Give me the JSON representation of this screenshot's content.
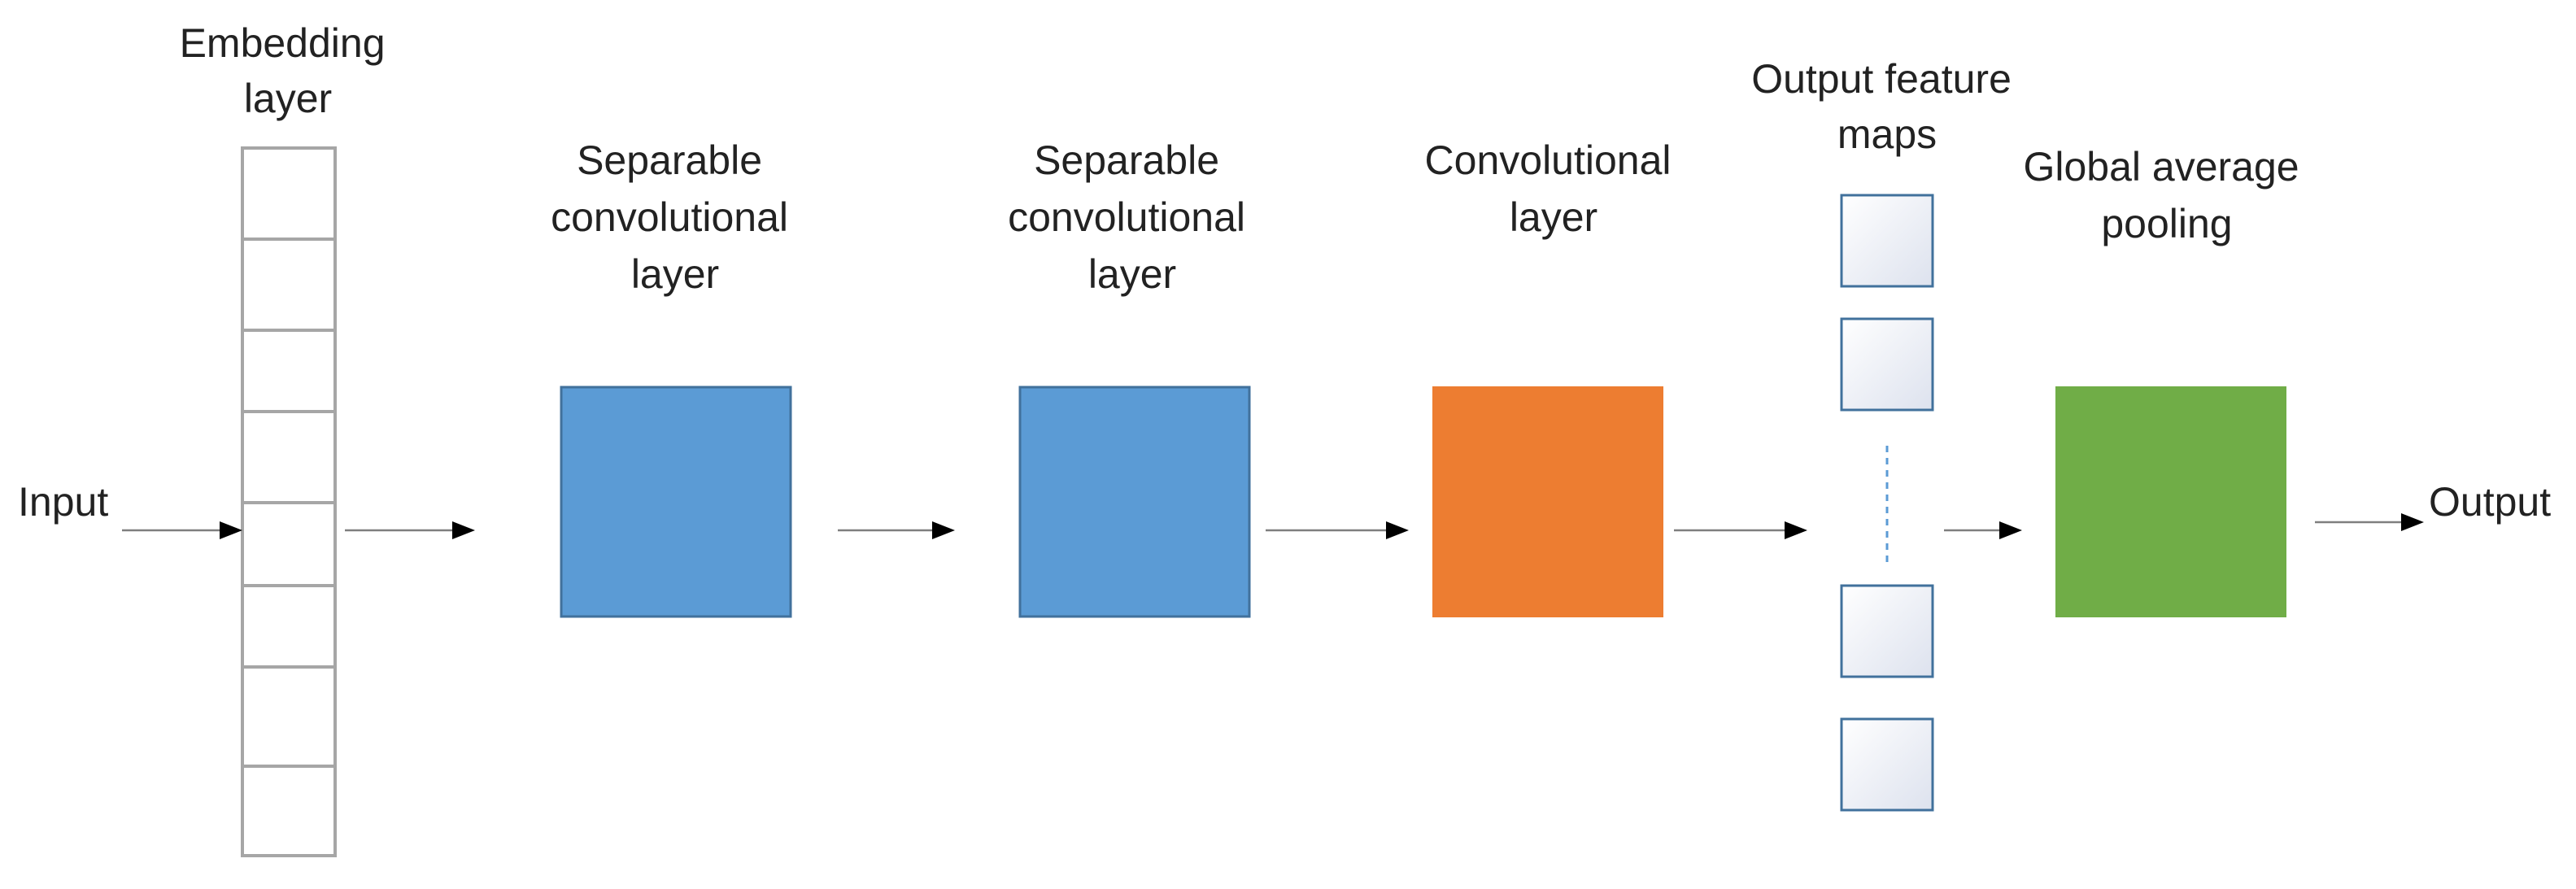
{
  "labels": {
    "embedding": [
      "Embedding",
      "layer"
    ],
    "sep1": [
      "Separable",
      "convolutional",
      "layer"
    ],
    "sep2": [
      "Separable",
      "convolutional",
      "layer"
    ],
    "conv": [
      "Convolutional",
      "layer"
    ],
    "fmaps": [
      "Output feature",
      "maps"
    ],
    "gap": [
      "Global average",
      "pooling"
    ],
    "input": "Input",
    "output": "Output"
  },
  "colors": {
    "separable_conv": "#5b9bd5",
    "separable_conv_border": "#41719c",
    "conv": "#ed7d31",
    "global_pool": "#70ad47",
    "embedding_border": "#a6a6a6",
    "feature_map_border": "#41719c",
    "feature_map_dash": "#5b9bd5"
  },
  "embedding_cells": 8,
  "feature_maps_visible": 4
}
